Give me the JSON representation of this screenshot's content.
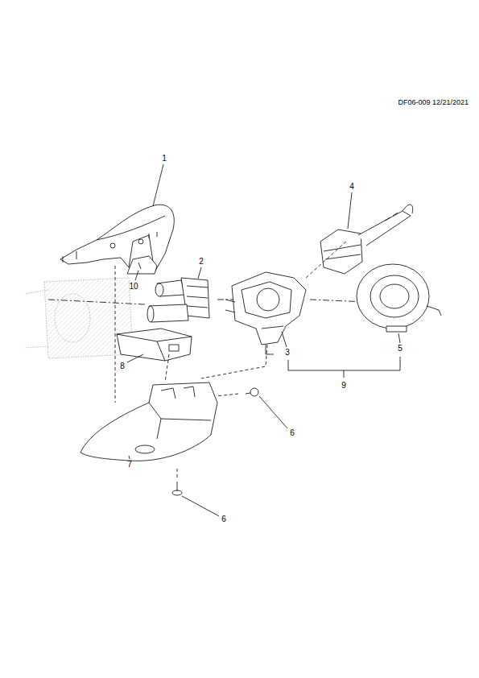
{
  "diagram": {
    "labels": [
      "DF06-009 12/21/2021",
      "1",
      "4",
      "2",
      "10",
      "3",
      "5",
      "8",
      "9",
      "6",
      "7",
      "6"
    ]
  }
}
